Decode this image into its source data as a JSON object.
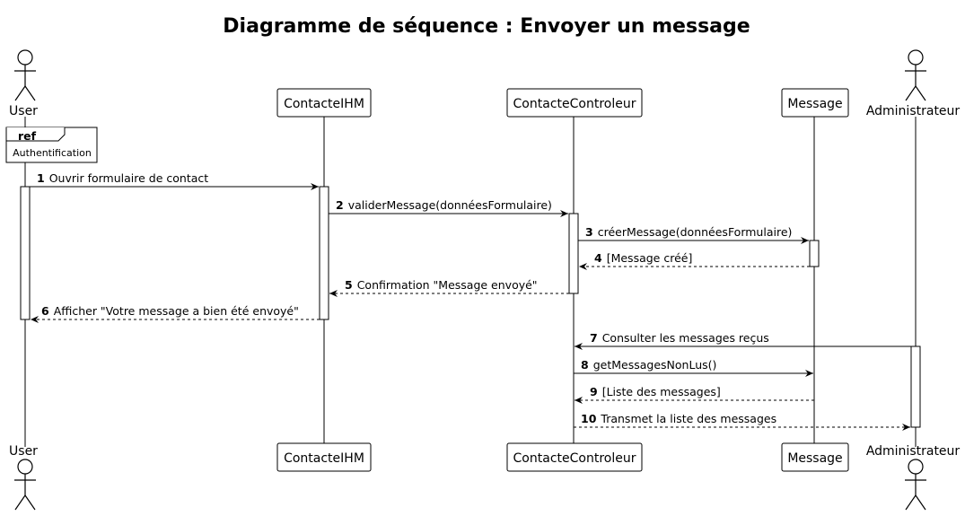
{
  "diagram": {
    "title": "Diagramme de séquence : Envoyer un message",
    "participants": [
      {
        "id": "user",
        "name": "User",
        "kind": "actor"
      },
      {
        "id": "ihm",
        "name": "ContacteIHM",
        "kind": "box"
      },
      {
        "id": "ctrl",
        "name": "ContacteControleur",
        "kind": "box"
      },
      {
        "id": "msg",
        "name": "Message",
        "kind": "box"
      },
      {
        "id": "admin",
        "name": "Administrateur",
        "kind": "actor"
      }
    ],
    "ref_fragment": {
      "keyword": "ref",
      "text": "Authentification"
    },
    "messages": [
      {
        "num": "1",
        "text": "Ouvrir formulaire de contact",
        "from": "user",
        "to": "ihm",
        "style": "solid"
      },
      {
        "num": "2",
        "text": "validerMessage(donnéesFormulaire)",
        "from": "ihm",
        "to": "ctrl",
        "style": "solid"
      },
      {
        "num": "3",
        "text": "créerMessage(donnéesFormulaire)",
        "from": "ctrl",
        "to": "msg",
        "style": "solid"
      },
      {
        "num": "4",
        "text": "[Message créé]",
        "from": "msg",
        "to": "ctrl",
        "style": "dashed"
      },
      {
        "num": "5",
        "text": "Confirmation \"Message envoyé\"",
        "from": "ctrl",
        "to": "ihm",
        "style": "dashed"
      },
      {
        "num": "6",
        "text": "Afficher \"Votre message a bien été envoyé\"",
        "from": "ihm",
        "to": "user",
        "style": "dashed"
      },
      {
        "num": "7",
        "text": "Consulter les messages reçus",
        "from": "admin",
        "to": "ctrl",
        "style": "solid"
      },
      {
        "num": "8",
        "text": "getMessagesNonLus()",
        "from": "ctrl",
        "to": "msg",
        "style": "solid"
      },
      {
        "num": "9",
        "text": "[Liste des messages]",
        "from": "msg",
        "to": "ctrl",
        "style": "dashed"
      },
      {
        "num": "10",
        "text": "Transmet la liste des messages",
        "from": "ctrl",
        "to": "admin",
        "style": "dashed"
      }
    ]
  }
}
